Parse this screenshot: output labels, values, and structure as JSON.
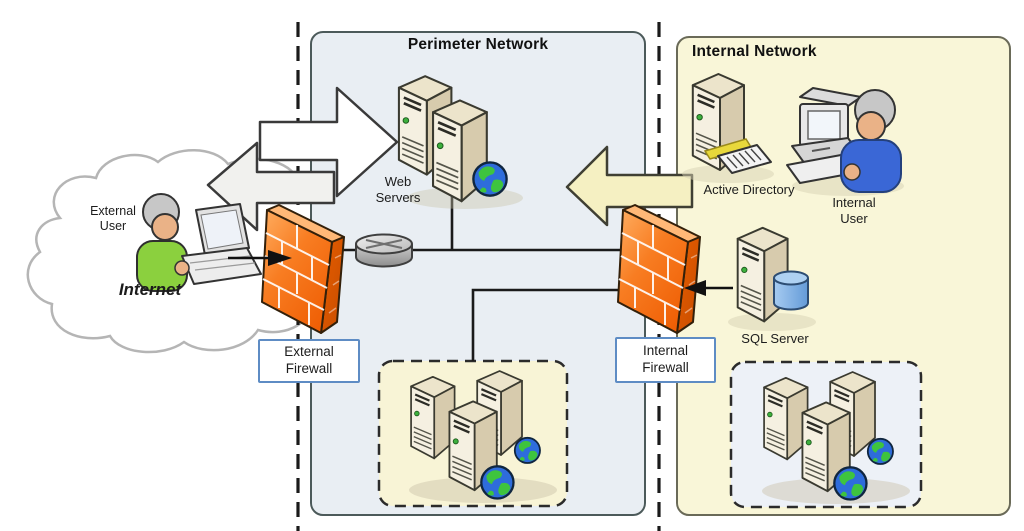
{
  "colors": {
    "perimeter-fill": "#e9eef3",
    "internal-fill": "#f9f6d8",
    "cluster-yellow-fill": "#f8f4d6",
    "cluster-blue-fill": "#edf1f7",
    "firewall-orange": "#f3660c",
    "arrow-yellow": "#f5f0c2",
    "arrow-white": "#ffffff",
    "label-box-border": "#5e8cc4"
  },
  "diagram": {
    "internet_zone": {
      "cloud_label": "Internet",
      "external_user_label": "External User"
    },
    "perimeter_network": {
      "title": "Perimeter Network",
      "web_servers_label": "Web Servers"
    },
    "internal_network": {
      "title": "Internal Network",
      "active_directory_label": "Active Directory",
      "internal_user_label": "Internal User",
      "sql_server_label": "SQL Server"
    },
    "firewalls": {
      "external_label": "External Firewall",
      "internal_label": "Internal Firewall"
    },
    "icons": {
      "internet-cloud-icon": "cloud outline",
      "external-user-icon": "person with laptop",
      "internal-user-icon": "person at desktop computer",
      "web-servers-icon": "two tower servers with globe",
      "active-directory-icon": "tower server with keyboard",
      "sql-server-icon": "tower server with database cylinder",
      "external-firewall-icon": "orange brick wall",
      "internal-firewall-icon": "orange brick wall",
      "hub-switch-icon": "gray network hub cylinder",
      "perimeter-server-cluster-icon": "three tower servers with globes",
      "internal-server-cluster-icon": "three tower servers with globes",
      "outbound-traffic-arrow-icon": "large white arrow pointing right",
      "inbound-traffic-arrow-icon": "large white arrow pointing left",
      "internal-traffic-arrow-icon": "large yellow arrow pointing left"
    }
  }
}
